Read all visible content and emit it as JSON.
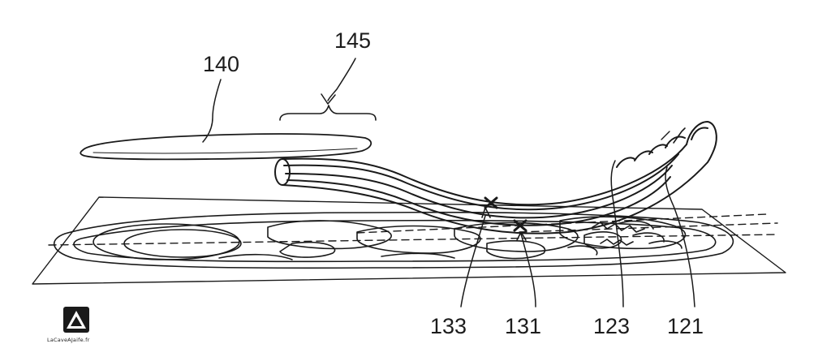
{
  "figure": {
    "labels": {
      "insole": "140",
      "region": "145",
      "inner_marker": "133",
      "outer_marker": "131",
      "inner_band": "123",
      "outer_band": "121"
    },
    "watermark": {
      "text": "LaCaveAJaife.fr"
    }
  }
}
